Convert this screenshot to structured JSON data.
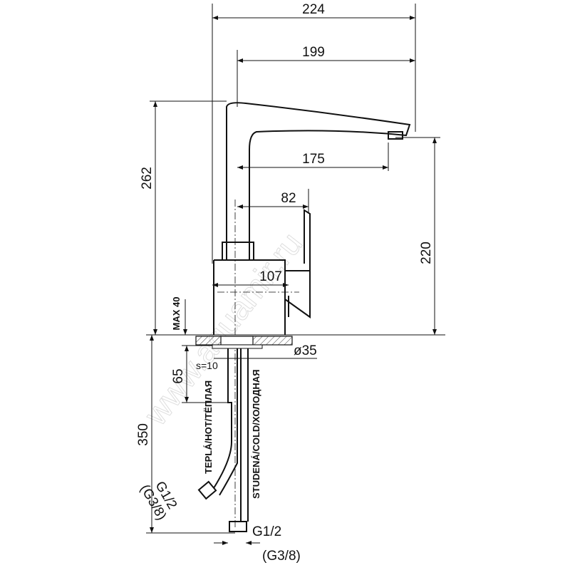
{
  "watermark": "www.aquamir.ru",
  "dimensions": {
    "overall_width": "224",
    "spout_reach": "199",
    "spout_projection": "175",
    "handle_offset": "82",
    "body_depth": "107",
    "overall_height": "262",
    "spout_height": "220",
    "max_counter_thickness": "MAX 40",
    "flange_diameter": "ø35",
    "stud_length": "65",
    "wrench_size": "s=10",
    "hose_length": "350"
  },
  "labels": {
    "hot_hose": "TEPLÁ/HOT/ТЁПЛАЯ",
    "cold_hose": "STUDENÁ/COLD/ХОЛОДНАЯ",
    "hot_thread": "G1/2",
    "hot_thread_alt": "(G3/8)",
    "cold_thread": "G1/2",
    "cold_thread_alt": "(G3/8)"
  }
}
